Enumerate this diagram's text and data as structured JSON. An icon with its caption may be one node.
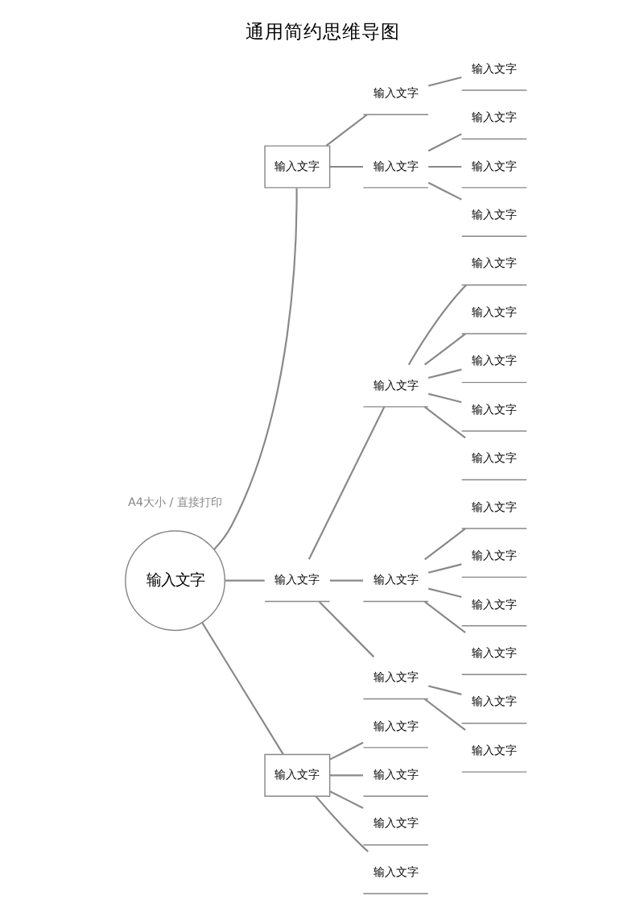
{
  "diagram": {
    "title": "通用简约思维导图",
    "nodes": [
      {
        "text": [
          "输入文字"
        ]
      },
      {
        "text": [
          "输入文字"
        ]
      },
      {
        "text": [
          "输入文字"
        ]
      },
      {
        "text": [
          "输入文字"
        ]
      },
      {
        "text": [
          "输入文字"
        ]
      },
      {
        "text": [
          "输入文字"
        ]
      },
      {
        "text": [
          "输入文字"
        ]
      },
      {
        "text": [
          "输入文字"
        ]
      },
      {
        "text": [
          "输入文字"
        ]
      },
      {
        "text": [
          "输入文字"
        ]
      },
      {
        "text": [
          "输入文字"
        ]
      },
      {
        "text": [
          "输入文字"
        ]
      },
      {
        "text": [
          "输入文字"
        ]
      },
      {
        "text": [
          "输入文字"
        ]
      },
      {
        "text": [
          "输入文字"
        ]
      },
      {
        "text": [
          "输入文字"
        ]
      },
      {
        "text": [
          "输入文字"
        ]
      },
      {
        "text": [
          "输入文字"
        ]
      },
      {
        "text": [
          "输入文字"
        ]
      },
      {
        "text": [
          "输入文字"
        ]
      },
      {
        "text": [
          "输入文字"
        ]
      },
      {
        "text": [
          "输入文字"
        ]
      },
      {
        "text": [
          "输入文字"
        ]
      },
      {
        "text": [
          "输入文字"
        ]
      },
      {
        "text": [
          "输入文字"
        ]
      },
      {
        "text": [
          "输入文字"
        ]
      },
      {
        "text": [
          "输入文字"
        ]
      },
      {
        "text": [
          "输入文字"
        ]
      }
    ],
    "edges": [
      {
        "from": 0,
        "to": 1,
        "arrow": "none"
      },
      {
        "from": 1,
        "to": 2,
        "arrow": "none"
      },
      {
        "from": 2,
        "to": 3,
        "arrow": "none"
      },
      {
        "from": 1,
        "to": 4,
        "arrow": "none"
      },
      {
        "from": 4,
        "to": 5,
        "arrow": "none"
      },
      {
        "from": 4,
        "to": 6,
        "arrow": "none"
      },
      {
        "from": 4,
        "to": 7,
        "arrow": "none"
      },
      {
        "from": 0,
        "to": 8,
        "arrow": "none"
      },
      {
        "from": 8,
        "to": 9,
        "arrow": "none"
      },
      {
        "from": 9,
        "to": 10,
        "arrow": "none"
      },
      {
        "from": 9,
        "to": 11,
        "arrow": "none"
      },
      {
        "from": 9,
        "to": 12,
        "arrow": "none"
      },
      {
        "from": 9,
        "to": 13,
        "arrow": "none"
      },
      {
        "from": 9,
        "to": 14,
        "arrow": "none"
      },
      {
        "from": 8,
        "to": 15,
        "arrow": "none"
      },
      {
        "from": 15,
        "to": 16,
        "arrow": "none"
      },
      {
        "from": 15,
        "to": 17,
        "arrow": "none"
      },
      {
        "from": 15,
        "to": 18,
        "arrow": "none"
      },
      {
        "from": 15,
        "to": 19,
        "arrow": "none"
      },
      {
        "from": 8,
        "to": 20,
        "arrow": "none"
      },
      {
        "from": 20,
        "to": 21,
        "arrow": "none"
      },
      {
        "from": 20,
        "to": 22,
        "arrow": "none"
      },
      {
        "from": 0,
        "to": 23,
        "arrow": "none"
      },
      {
        "from": 23,
        "to": 24,
        "arrow": "none"
      },
      {
        "from": 23,
        "to": 25,
        "arrow": "none"
      },
      {
        "from": 23,
        "to": 26,
        "arrow": "none"
      },
      {
        "from": 23,
        "to": 27,
        "arrow": "none"
      }
    ],
    "labels": [
      "A4大小 / 直接打印"
    ]
  }
}
